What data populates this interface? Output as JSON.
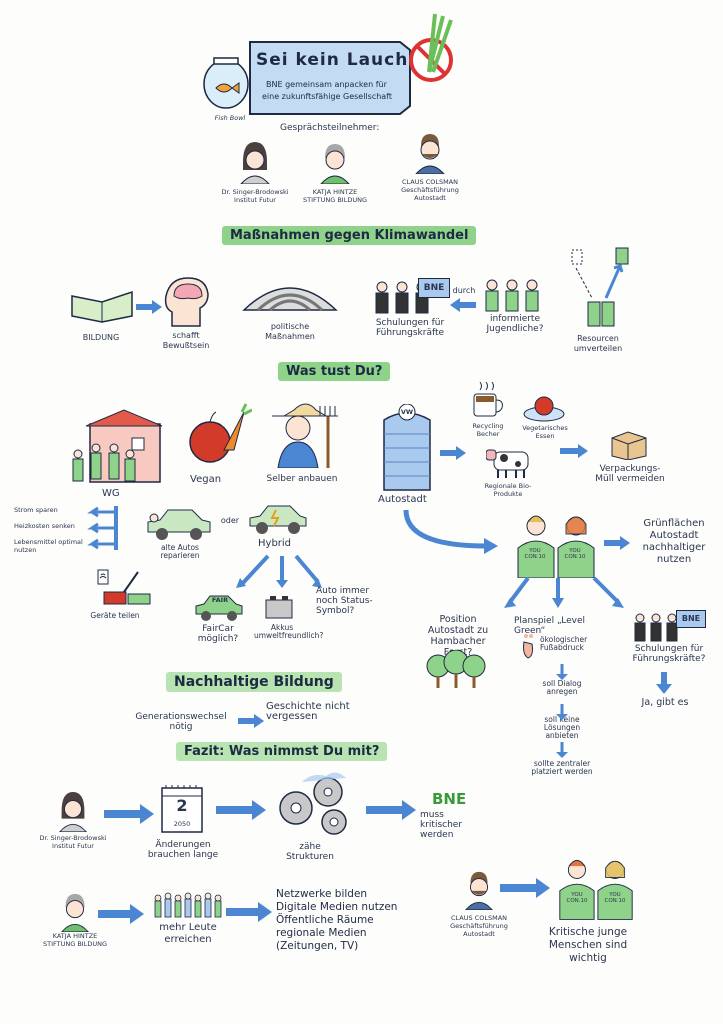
{
  "header": {
    "title": "Sei kein Lauch!",
    "subtitle_line1": "BNE gemeinsam anpacken für",
    "subtitle_line2": "eine zukunftsfähige Gesellschaft",
    "fish_caption": "Fish Bowl",
    "participants_label": "Gesprächsteilnehmer:"
  },
  "participants": [
    {
      "name": "Dr. Singer-Brodowski",
      "org": "Institut Futur"
    },
    {
      "name": "KATJA HINTZE",
      "org": "STIFTUNG BILDUNG"
    },
    {
      "name": "CLAUS COLSMAN",
      "org": "Geschäftsführung Autostadt"
    }
  ],
  "section1": {
    "title": "Maßnahmen gegen Klimawandel",
    "bildung": "BILDUNG",
    "bewusstsein": "schafft Bewußtsein",
    "politik": "politische Maßnahmen",
    "schulungen": "Schulungen für Führungskräfte",
    "durch": "durch",
    "informierte": "informierte Jugendliche?",
    "ressourcen": "Resourcen umverteilen",
    "bne_sign": "BNE"
  },
  "section2": {
    "title": "Was tust Du?",
    "wg": "WG",
    "wg_items": [
      "Strom sparen",
      "Heizkosten senken",
      "Lebensmittel optimal nutzen"
    ],
    "vegan": "Vegan",
    "selber": "Selber anbauen",
    "autos": "alte Autos reparieren",
    "oder": "oder",
    "hybrid": "Hybrid",
    "geraete": "Geräte teilen",
    "faircar": "FairCar möglich?",
    "faircar_sign": "FAIR",
    "akkus": "Akkus umweltfreundlich?",
    "status": "Auto immer noch Status-Symbol?",
    "autostadt": "Autostadt",
    "vw": "VW",
    "recycling": "Recycling Becher",
    "vegetarisch": "Vegetarisches Essen",
    "regional": "Regionale Bio-Produkte",
    "verpackung": "Verpackungs-Müll vermeiden",
    "gruenflaechen": "Grünflächen Autostadt nachhaltiger nutzen",
    "shirt": "YOU CON.10",
    "position": "Position Autostadt zu Hambacher Forst?",
    "planspiel": "Planspiel „Level Green“",
    "fussabdruck": "ökologischer Fußabdruck",
    "dialog": "soll Dialog anregen",
    "loesungen": "soll keine Lösungen anbieten",
    "zentral": "sollte zentraler platziert werden",
    "schulungen2": "Schulungen für Führungskräfte?",
    "ja": "Ja, gibt es",
    "bne_sign": "BNE"
  },
  "section3": {
    "title": "Nachhaltige Bildung",
    "generation": "Generationswechsel nötig",
    "geschichte": "Geschichte nicht vergessen"
  },
  "section4": {
    "title": "Fazit: Was nimmst Du mit?",
    "p1_name": "Dr. Singer-Brodowski",
    "p1_org": "Institut Futur",
    "aenderungen": "Änderungen brauchen lange",
    "calendar_day": "2",
    "calendar_year": "2050",
    "zaehe": "zähe Strukturen",
    "bne": "BNE",
    "kritischer": "muss kritischer werden",
    "p2_name": "KATJA HINTZE",
    "p2_org": "STIFTUNG BILDUNG",
    "mehr": "mehr Leute erreichen",
    "netzwerke": [
      "Netzwerke bilden",
      "Digitale Medien nutzen",
      "Öffentliche Räume",
      "regionale Medien",
      "(Zeitungen, TV)"
    ],
    "p3_name": "CLAUS COLSMAN",
    "p3_org": "Geschäftsführung Autostadt",
    "kritische": "Kritische junge Menschen sind wichtig",
    "shirt": "YOU CON.10"
  },
  "colors": {
    "accent": "#8fd38a",
    "ink": "#1e2a44",
    "arrow": "#4a86d1",
    "sign": "#a9c9ef"
  }
}
